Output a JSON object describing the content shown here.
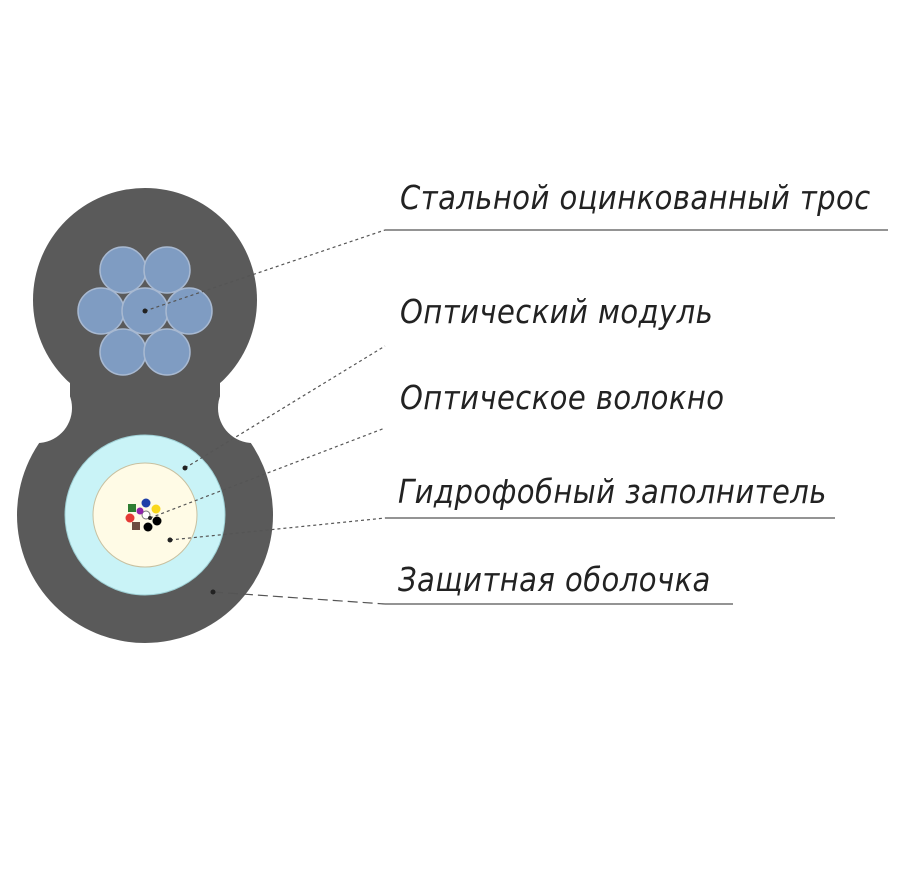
{
  "labels": {
    "steel_cable": "Стальной оцинкованный трос",
    "optical_module": "Оптический модуль",
    "optical_fiber": "Оптическое волокно",
    "hydrophobic_filler": "Гидрофобный заполнитель",
    "protective_sheath": "Защитная оболочка"
  },
  "colors": {
    "sheath": "#5a5a5a",
    "steel_wire": "#7f9cc2",
    "steel_wire_outline": "#a8b9d1",
    "module_tube": "#c9f3f7",
    "filler": "#fffbe6",
    "leader_line": "#555555",
    "fibers": [
      "#2e7d32",
      "#1e3fa8",
      "#e53935",
      "#f9d71c",
      "#6d4c41",
      "#000000",
      "#8e24aa",
      "#ffffff"
    ]
  }
}
